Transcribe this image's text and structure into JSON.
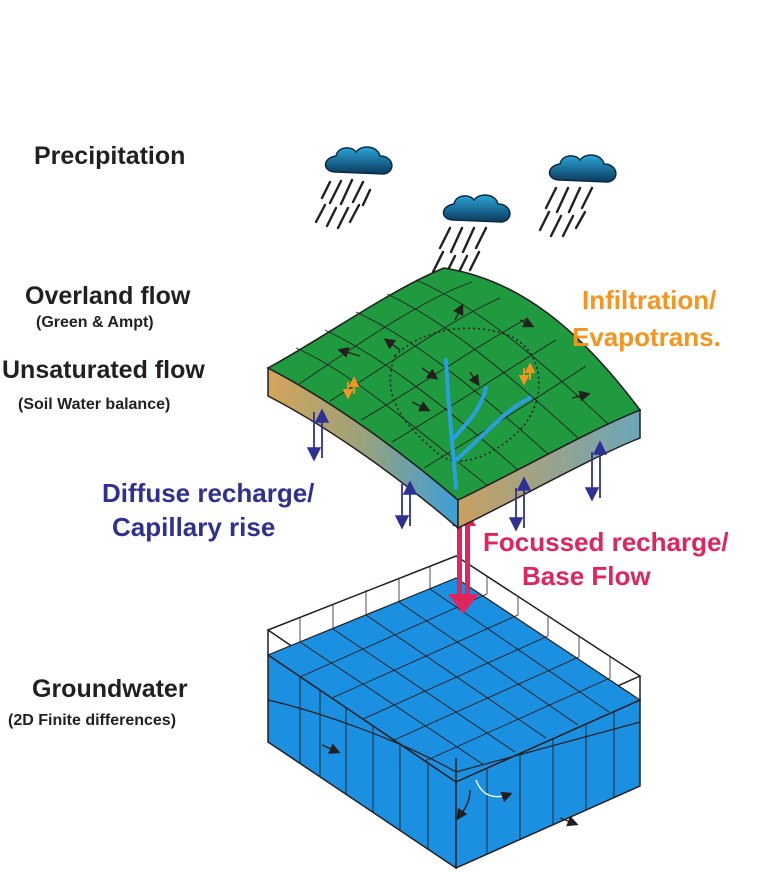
{
  "labels": {
    "precipitation": "Precipitation",
    "overland_flow": "Overland flow",
    "overland_method": "(Green & Ampt)",
    "unsaturated_flow": "Unsaturated flow",
    "unsaturated_method": "(Soil Water balance)",
    "infiltration_line1": "Infiltration/",
    "infiltration_line2": "Evapotrans.",
    "diffuse_line1": "Diffuse recharge/",
    "diffuse_line2": "Capillary rise",
    "focussed_line1": "Focussed recharge/",
    "focussed_line2": "Base Flow",
    "groundwater": "Groundwater",
    "groundwater_method": "(2D Finite differences)"
  },
  "colors": {
    "land_green": "#1f9a3f",
    "soil_tan": "#c79a55",
    "soil_blue": "#3aa0d8",
    "water_blue": "#1b8fe0",
    "cloud_blue": "#1a93c9",
    "stream_blue": "#2a9fe0",
    "infiltration_orange": "#f7941d",
    "recharge_navy": "#2e3192",
    "focussed_red": "#e0245e",
    "text_dark": "#231f20"
  },
  "icons": {
    "cloud": "rain-cloud-icon",
    "rain": "rain-streaks-icon"
  }
}
